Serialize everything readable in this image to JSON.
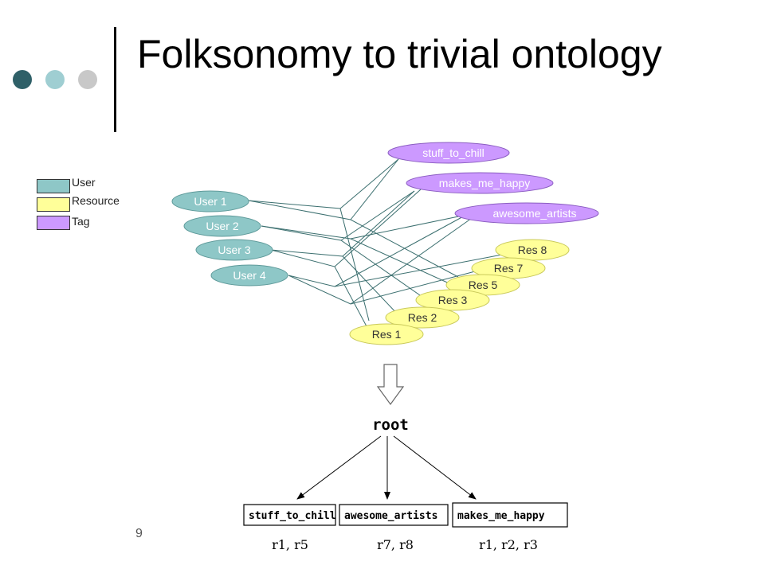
{
  "slide": {
    "title": "Folksonomy to trivial ontology",
    "number": "9"
  },
  "colors": {
    "user_fill": "#8ec7c7",
    "user_text": "#ffffff",
    "resource_fill": "#ffff99",
    "resource_text": "#333333",
    "tag_fill": "#cc99ff",
    "tag_text": "#ffffff",
    "edge": "#3b6f6f",
    "dot_dark": "#2f6068",
    "dot_mid": "#9fced2",
    "dot_light": "#c8c8c8"
  },
  "legend": [
    {
      "label": "User",
      "kind": "user"
    },
    {
      "label": "Resource",
      "kind": "resource"
    },
    {
      "label": "Tag",
      "kind": "tag"
    }
  ],
  "folksonomy": {
    "users": [
      "User 1",
      "User 2",
      "User 3",
      "User 4"
    ],
    "tags": [
      "stuff_to_chill",
      "makes_me_happy",
      "awesome_artists"
    ],
    "resources": [
      "Res 8",
      "Res 7",
      "Res 5",
      "Res 3",
      "Res 2",
      "Res 1"
    ]
  },
  "ontology": {
    "root": "root",
    "arrow_icon": "down-arrow-outline-icon",
    "classes": [
      {
        "name": "stuff_to_chill",
        "members": "r1, r5"
      },
      {
        "name": "awesome_artists",
        "members": "r7, r8"
      },
      {
        "name": "makes_me_happy",
        "members": "r1, r2, r3"
      }
    ]
  }
}
